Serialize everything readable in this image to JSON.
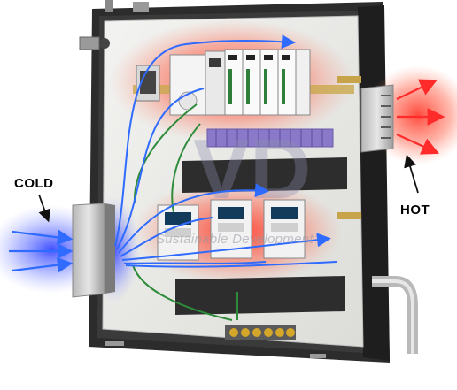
{
  "labels": {
    "cold": "COLD",
    "hot": "HOT"
  },
  "watermark": {
    "brand_letters": "VD",
    "tagline": "Sustainable Development"
  },
  "colors": {
    "airflow": "#2f6bff",
    "heat_glow": "#ff3a2a",
    "cold_glow": "#3a4fff",
    "enclosure_frame": "#2c2c2c",
    "backplate": "#e9e9e6",
    "terminal_blocks": "#8a79c8"
  },
  "components": [
    "plc-rack",
    "terminal-strip",
    "motor-drive-1",
    "motor-drive-2",
    "motor-drive-3",
    "wire-duct",
    "ground-bus-bar",
    "intake-fan-vent",
    "exhaust-fan-vent",
    "conduit-pipe"
  ]
}
